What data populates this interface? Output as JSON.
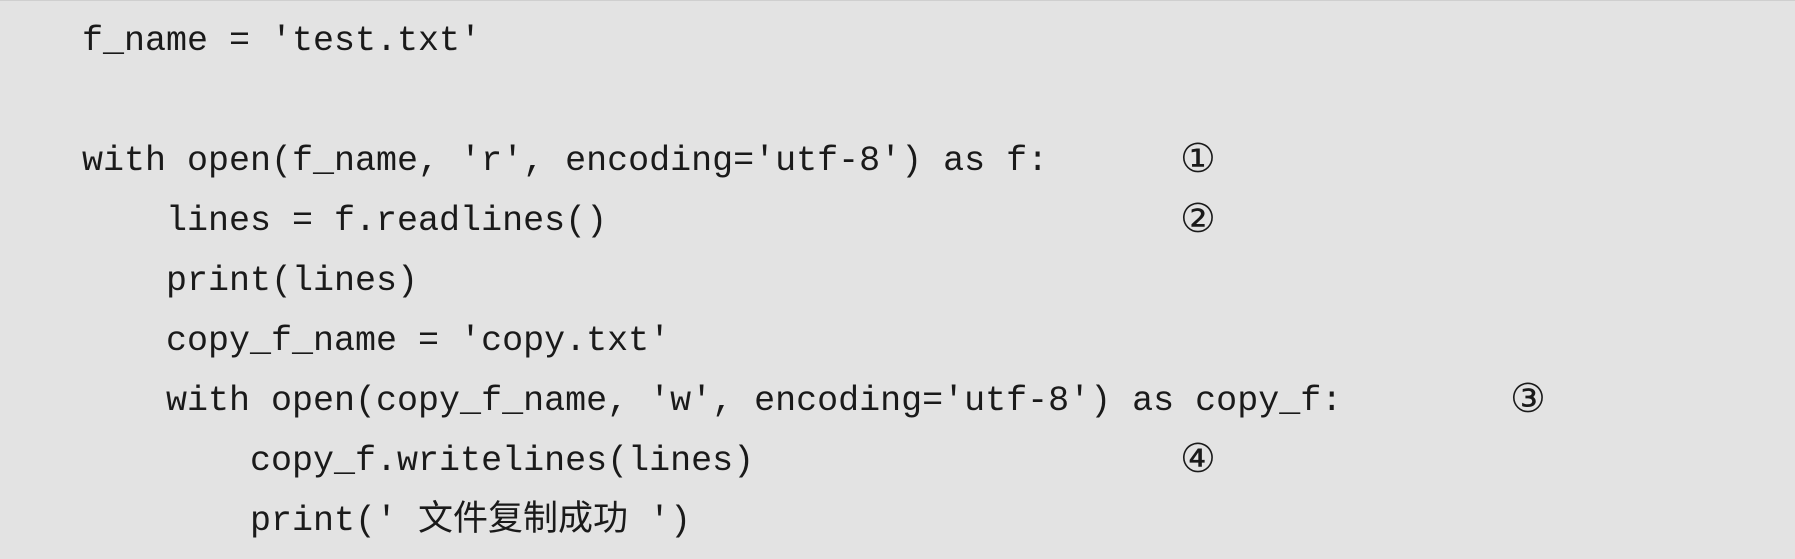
{
  "code": {
    "lines": [
      "f_name = 'test.txt'",
      "with open(f_name, 'r', encoding='utf-8') as f:",
      "    lines = f.readlines()",
      "    print(lines)",
      "    copy_f_name = 'copy.txt'",
      "    with open(copy_f_name, 'w', encoding='utf-8') as copy_f:",
      "        copy_f.writelines(lines)",
      "        print(' 文件复制成功 ')"
    ],
    "markers": [
      "①",
      "②",
      "③",
      "④"
    ]
  }
}
